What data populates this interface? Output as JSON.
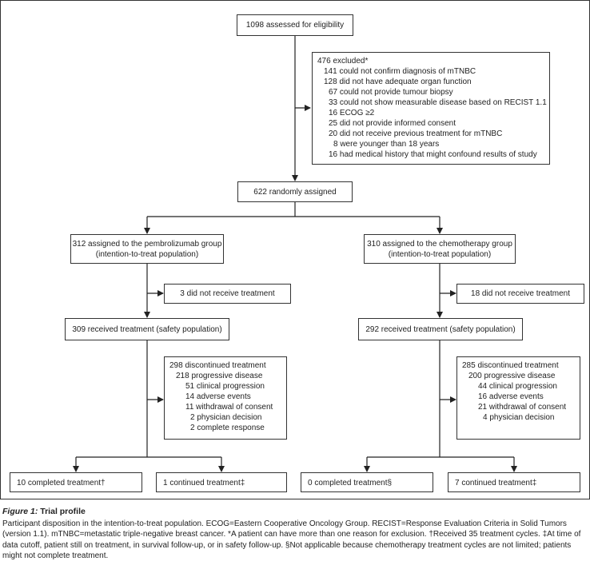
{
  "assessed": "1098 assessed for eligibility",
  "excluded": {
    "title": "476 excluded*",
    "reasons": [
      "141 could not confirm diagnosis of mTNBC",
      "128 did not have adequate organ function",
      "67 could not provide tumour biopsy",
      "33 could not show measurable disease based on RECIST 1.1",
      "16 ECOG ≥2",
      "25 did not provide informed consent",
      "20 did not receive previous treatment for mTNBC",
      "8 were younger than 18 years",
      "16 had medical history that might confound results of study"
    ]
  },
  "randomised": "622 randomly assigned",
  "pembro": {
    "assigned": [
      "312 assigned to the pembrolizumab group",
      "(intention-to-treat population)"
    ],
    "not_treated": "3 did not receive treatment",
    "received": "309 received treatment (safety population)",
    "discontinued": {
      "title": "298 discontinued treatment",
      "main": "218 progressive disease",
      "sub": [
        "51 clinical progression",
        "14 adverse events",
        "11 withdrawal of consent",
        "2 physician decision",
        "2 complete response"
      ]
    },
    "completed": "10 completed treatment†",
    "continued": "1 continued treatment‡"
  },
  "chemo": {
    "assigned": [
      "310 assigned to the chemotherapy group",
      "(intention-to-treat population)"
    ],
    "not_treated": "18 did not receive treatment",
    "received": "292 received treatment (safety population)",
    "discontinued": {
      "title": "285 discontinued treatment",
      "main": "200 progressive disease",
      "sub": [
        "44 clinical progression",
        "16 adverse events",
        "21 withdrawal of consent",
        "4 physician decision"
      ]
    },
    "completed": "0 completed treatment§",
    "continued": "7 continued treatment‡"
  },
  "caption": {
    "label": "Figure 1:",
    "title": " Trial profile",
    "text": "Participant disposition in the intention-to-treat population. ECOG=Eastern Cooperative Oncology Group. RECIST=Response Evaluation Criteria in Solid Tumors (version 1.1). mTNBC=metastatic triple-negative breast cancer. *A patient can have more than one reason for exclusion. †Received 35 treatment cycles. ‡At time of data cutoff, patient still on treatment, in survival follow-up, or in safety follow-up. §Not applicable because chemotherapy treatment cycles are not limited; patients might not complete treatment."
  }
}
